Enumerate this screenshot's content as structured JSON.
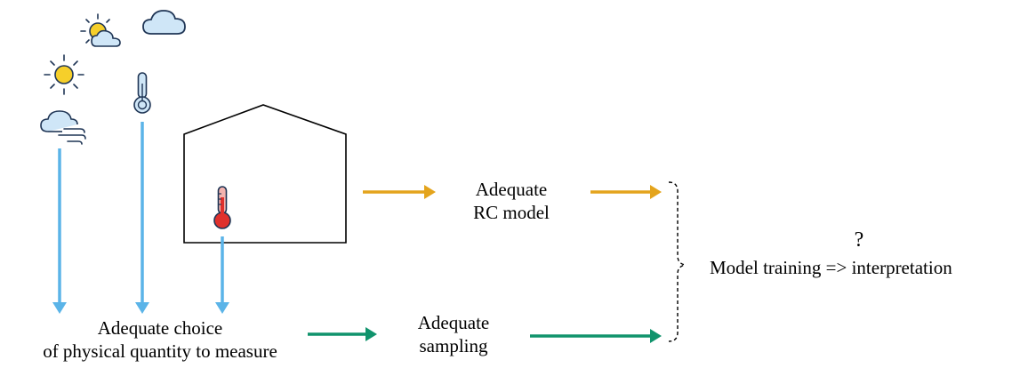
{
  "colors": {
    "sky_blue": "#5bb4e8",
    "orange": "#e4a41c",
    "green": "#10936c",
    "outline": "#1f3555",
    "sun_yellow": "#f6cf2a",
    "cloud_fill": "#cfe6f7",
    "thermo_red": "#e0312d",
    "thermo_pink": "#f3b3ae"
  },
  "icons": [
    "sun-cloud-icon",
    "cloud-icon",
    "sun-icon",
    "thermometer-icon",
    "windy-cloud-icon",
    "thermometer-hot-icon"
  ],
  "labels": {
    "choice_line1": "Adequate choice",
    "choice_line2": "of physical quantity to measure",
    "sampling_line1": "Adequate",
    "sampling_line2": "sampling",
    "rc_line1": "Adequate",
    "rc_line2": "RC model",
    "question_mark": "?",
    "training": "Model training => interpretation"
  }
}
